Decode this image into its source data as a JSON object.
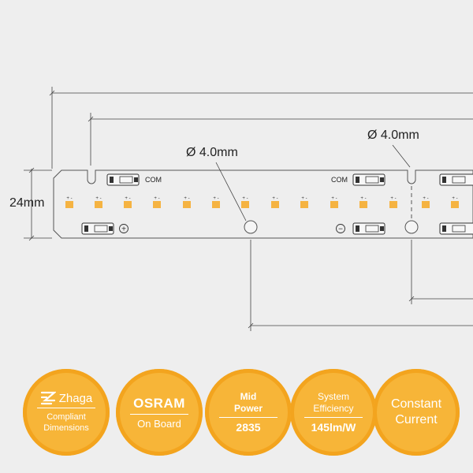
{
  "drawing": {
    "height_label": "24mm",
    "hole_left_label": "Ø 4.0mm",
    "hole_right_label": "Ø 4.0mm",
    "com_label": "COM",
    "plus_symbol": "+",
    "minus_symbol": "−",
    "led_polarity": "+ -"
  },
  "colors": {
    "background": "#eeeeee",
    "led": "#f5b342",
    "badge_fill": "#f7b538",
    "badge_ring": "#f3a41e",
    "badge_text": "#ffffff"
  },
  "badges": [
    {
      "id": "zhaga",
      "logo_icon": "zhaga-logo-icon",
      "logo_text": "Zhaga",
      "line1": "Compliant",
      "line2": "Dimensions"
    },
    {
      "id": "osram",
      "title": "OSRAM",
      "subtitle": "On Board"
    },
    {
      "id": "midpower",
      "line1": "Mid",
      "line2": "Power",
      "value": "2835"
    },
    {
      "id": "efficiency",
      "line1": "System",
      "line2": "Efficiency",
      "value": "145lm/W"
    },
    {
      "id": "constant",
      "line1": "Constant",
      "line2": "Current"
    }
  ]
}
